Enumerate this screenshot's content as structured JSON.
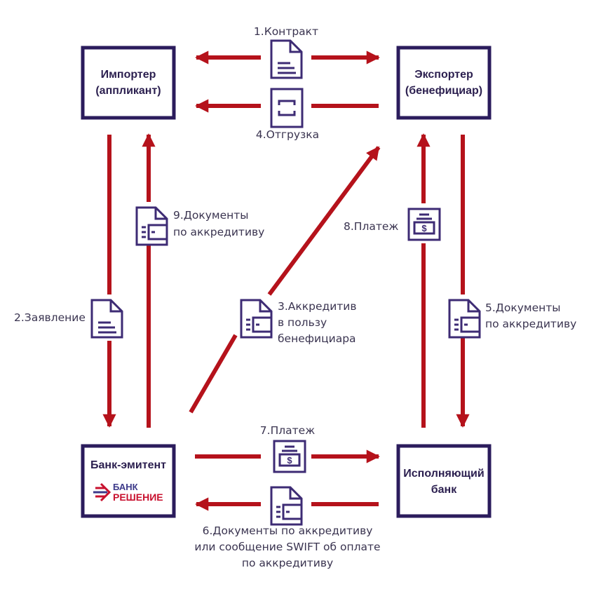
{
  "colors": {
    "arrow": "#b5121b",
    "box_border": "#2b1c5c",
    "icon": "#3d2b74",
    "logo_blue": "#3d3a8a",
    "logo_red": "#c8102e"
  },
  "parties": {
    "importer": {
      "line1": "Импортер",
      "line2": "(аппликант)"
    },
    "exporter": {
      "line1": "Экспортер",
      "line2": "(бенефициар)"
    },
    "issuing_bank": {
      "line1": "Банк-эмитент"
    },
    "executing_bank": {
      "line1": "Исполняющий",
      "line2": "банк"
    }
  },
  "logo": {
    "top": "БАНК",
    "bottom": "РЕШЕНИЕ"
  },
  "steps": {
    "s1": {
      "line1": "1.Контракт",
      "icon": "document-lines-icon"
    },
    "s2": {
      "line1": "2.Заявление",
      "icon": "document-lines-icon"
    },
    "s3": {
      "line1": "3.Аккредитив",
      "line2": "в пользу",
      "line3": "бенефициара",
      "icon": "document-card-icon"
    },
    "s4": {
      "line1": "4.Отгрузка",
      "icon": "cargo-box-icon"
    },
    "s5": {
      "line1": "5.Документы",
      "line2": "по аккредитиву",
      "icon": "document-card-icon"
    },
    "s6": {
      "line1": "6.Документы по аккредитиву",
      "line2": "или сообщение SWIFT об оплате",
      "line3": "по аккредитиву",
      "icon": "document-card-icon"
    },
    "s7": {
      "line1": "7.Платеж",
      "icon": "money-stack-icon"
    },
    "s8": {
      "line1": "8.Платеж",
      "icon": "money-stack-icon"
    },
    "s9": {
      "line1": "9.Документы",
      "line2": "по аккредитиву",
      "icon": "document-card-icon"
    }
  }
}
